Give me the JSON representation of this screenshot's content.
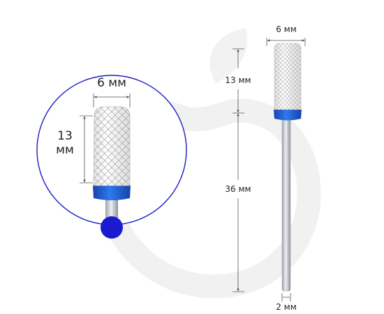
{
  "colors": {
    "cap_blue": "#1f5fd6",
    "grade_dot": "#1a1ad0",
    "circle_outline": "#1b1bc0",
    "ceramic": "#f7f7f7",
    "shank": "#c9ccd0",
    "dimension_line": "#555555",
    "watermark": "#f0f0f0"
  },
  "icons": {
    "watermark": "leaf-watermark-icon",
    "grade": "blue-grit-dot-icon"
  },
  "zoom_view": {
    "width_label": "6 мм",
    "height_label_line1": "13",
    "height_label_line2": "мм"
  },
  "product_view": {
    "width_label": "6 мм",
    "head_length_label": "13 мм",
    "shank_length_label": "36 мм",
    "shank_diameter_label": "2 мм"
  }
}
